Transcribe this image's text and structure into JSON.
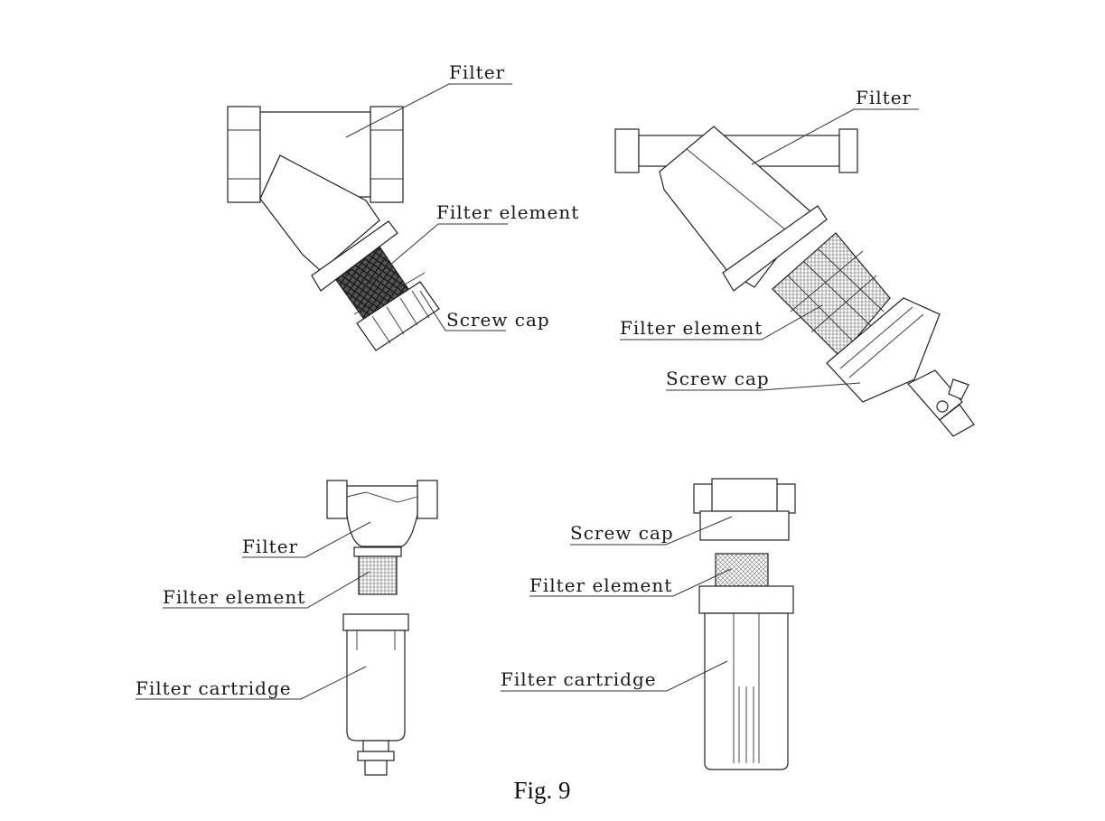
{
  "figure": {
    "caption": "Fig. 9",
    "diagrams": [
      {
        "id": "y-strainer-small",
        "labels": {
          "filter": "Filter",
          "element": "Filter element",
          "cap": "Screw cap"
        }
      },
      {
        "id": "y-strainer-large",
        "labels": {
          "filter": "Filter",
          "element": "Filter element",
          "cap": "Screw cap"
        }
      },
      {
        "id": "vertical-filter-left",
        "labels": {
          "filter": "Filter",
          "element": "Filter element",
          "cartridge": "Filter cartridge"
        }
      },
      {
        "id": "vertical-filter-right",
        "labels": {
          "cap": "Screw cap",
          "element": "Filter element",
          "cartridge": "Filter cartridge"
        }
      }
    ]
  },
  "colors": {
    "line": "#222222",
    "mesh_dark": "#3a3a3a",
    "background": "#ffffff"
  }
}
